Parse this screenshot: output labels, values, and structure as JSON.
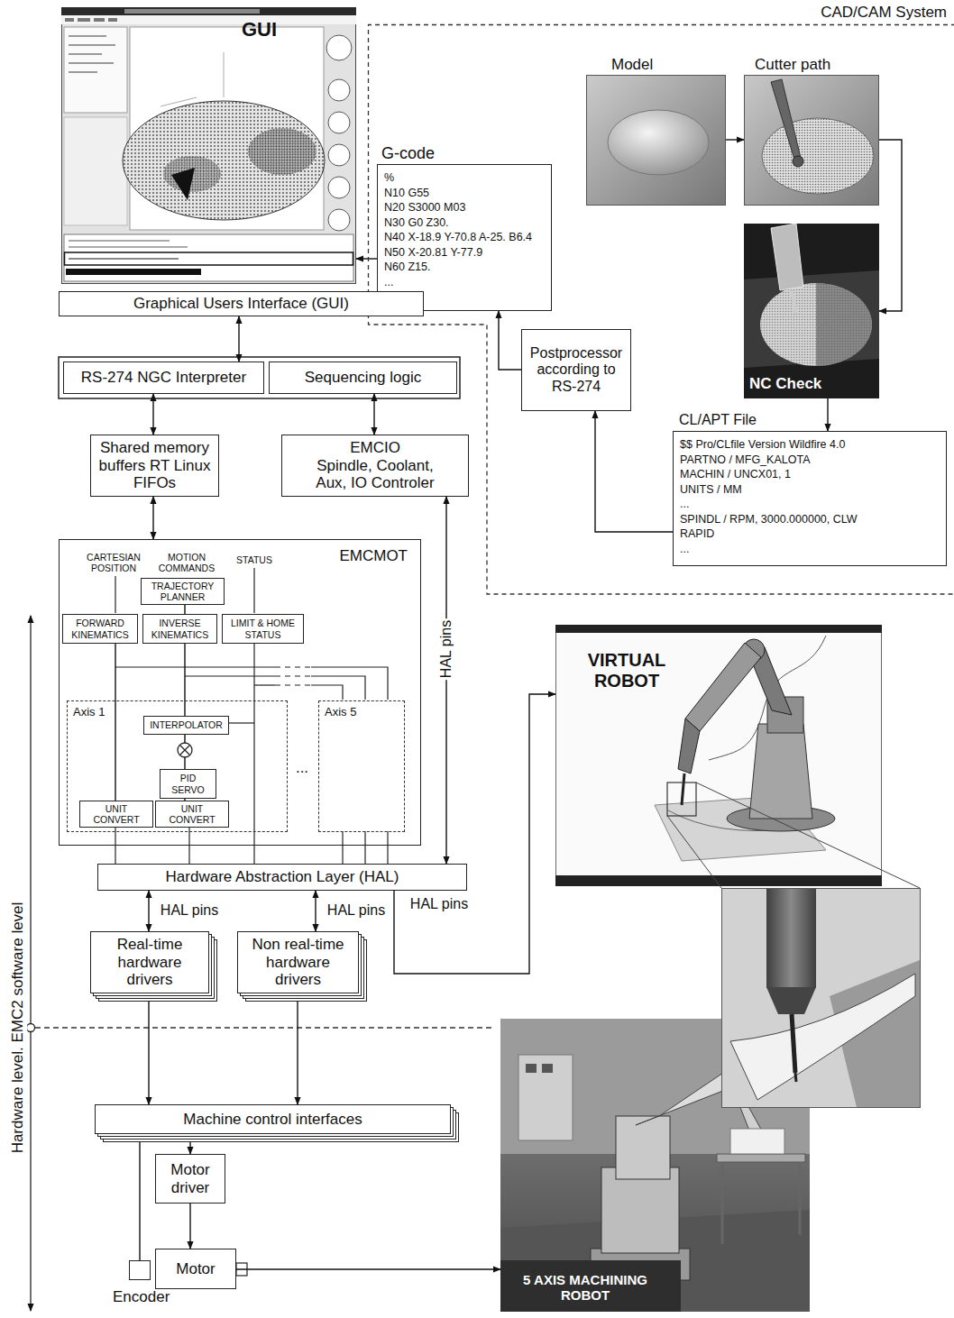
{
  "diagram": {
    "nodes": [
      {
        "text": [
          "GUI"
        ]
      },
      {
        "text": [
          "CAD/CAM System"
        ]
      },
      {
        "text": [
          "Model"
        ],
        "in": 1
      },
      {
        "text": [
          "Cutter path"
        ],
        "in": 1
      },
      {
        "text": [
          "G-code",
          "%",
          "N10 G55",
          "N20 S3000 M03",
          "N30 G0 Z30.",
          "N40 X-18.9 Y-70.8 A-25. B6.4",
          "N50 X-20.81 Y-77.9",
          "N60 Z15.",
          "..."
        ],
        "in": 1
      },
      {
        "text": [
          "NC Check"
        ],
        "in": 1
      },
      {
        "text": [
          "Postprocessor according to RS-274"
        ],
        "in": 1
      },
      {
        "text": [
          "CL/APT File",
          "$$ Pro/CLfile Version Wildfire 4.0",
          "PARTNO / MFG_KALOTA",
          "MACHIN / UNCX01, 1",
          "UNITS / MM",
          "...",
          "SPINDL / RPM, 3000.000000, CLW",
          "RAPID",
          "..."
        ],
        "in": 1
      },
      {
        "text": [
          "Graphical Users Interface (GUI)"
        ]
      },
      {
        "text": [
          "RS-274 NGC Interpreter"
        ]
      },
      {
        "text": [
          "Sequencing logic"
        ]
      },
      {
        "text": [
          "Shared memory buffers RT Linux FIFOs"
        ]
      },
      {
        "text": [
          "EMCIO",
          "Spindle, Coolant, Aux, IO Controler"
        ]
      },
      {
        "text": [
          "EMCMOT"
        ]
      },
      {
        "text": [
          "TRAJECTORY PLANNER"
        ],
        "in": 13
      },
      {
        "text": [
          "FORWARD KINEMATICS"
        ],
        "in": 13
      },
      {
        "text": [
          "INVERSE KINEMATICS"
        ],
        "in": 13
      },
      {
        "text": [
          "LIMIT & HOME STATUS"
        ],
        "in": 13
      },
      {
        "text": [
          "Axis 1"
        ],
        "in": 13
      },
      {
        "text": [
          "INTERPOLATOR"
        ],
        "in": 18
      },
      {
        "text": [
          "PID SERVO"
        ],
        "in": 18
      },
      {
        "text": [
          "UNIT CONVERT"
        ],
        "in": 18
      },
      {
        "text": [
          "UNIT CONVERT"
        ],
        "in": 18
      },
      {
        "text": [
          "Axis 5"
        ],
        "in": 13
      },
      {
        "text": [
          "VIRTUAL ROBOT"
        ]
      },
      {
        "text": [
          "Hardware Abstraction Layer (HAL)"
        ]
      },
      {
        "text": [
          "Real-time hardware drivers"
        ]
      },
      {
        "text": [
          "Non real-time hardware drivers"
        ]
      },
      {
        "text": [
          "Machine control interfaces"
        ]
      },
      {
        "text": [
          "Motor driver"
        ]
      },
      {
        "text": [
          "Motor"
        ]
      },
      {
        "text": [
          "Encoder"
        ]
      },
      {
        "text": [
          "5 AXIS MACHINING ROBOT"
        ]
      }
    ],
    "edges": [
      {
        "from": 2,
        "to": 3,
        "arrow": "to"
      },
      {
        "from": 3,
        "to": 5,
        "arrow": "to"
      },
      {
        "from": 5,
        "to": 7,
        "arrow": "to"
      },
      {
        "from": 7,
        "to": 6,
        "arrow": "to"
      },
      {
        "from": 6,
        "to": 4,
        "arrow": "to"
      },
      {
        "from": 4,
        "to": 0,
        "arrow": "to"
      },
      {
        "from": 8,
        "to": 9,
        "arrow": "both"
      },
      {
        "from": 9,
        "to": 11,
        "arrow": "both"
      },
      {
        "from": 10,
        "to": 12,
        "arrow": "both"
      },
      {
        "from": 11,
        "to": 13,
        "arrow": "both"
      },
      {
        "from": 12,
        "to": 25,
        "label": "HAL pins",
        "arrow": "both"
      },
      {
        "from": 14,
        "to": 16,
        "arrow": "none"
      },
      {
        "from": 16,
        "to": 19,
        "arrow": "none"
      },
      {
        "from": 19,
        "to": 20,
        "arrow": "none"
      },
      {
        "from": 20,
        "to": 22,
        "arrow": "none"
      },
      {
        "from": 15,
        "to": 21,
        "arrow": "none"
      },
      {
        "from": 25,
        "to": 26,
        "label": "HAL pins",
        "arrow": "both"
      },
      {
        "from": 25,
        "to": 27,
        "label": "HAL pins",
        "arrow": "both"
      },
      {
        "from": 25,
        "to": 24,
        "label": "HAL pins",
        "arrow": "to"
      },
      {
        "from": 26,
        "to": 28,
        "arrow": "both"
      },
      {
        "from": 27,
        "to": 28,
        "arrow": "both"
      },
      {
        "from": 28,
        "to": 29,
        "arrow": "to"
      },
      {
        "from": 29,
        "to": 30,
        "arrow": "to"
      },
      {
        "from": 31,
        "to": 28,
        "arrow": "to"
      },
      {
        "from": 30,
        "to": 32,
        "arrow": "to"
      }
    ],
    "labels": [
      "CARTESIAN POSITION",
      "MOTION COMMANDS",
      "STATUS",
      "...",
      "Hardware level. EMC2 software level"
    ]
  }
}
